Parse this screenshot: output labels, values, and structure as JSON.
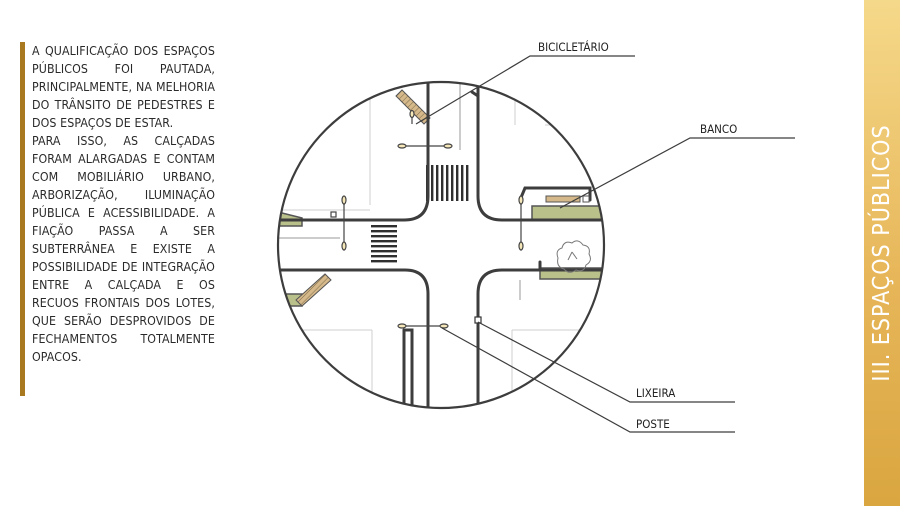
{
  "paragraphs": [
    "A QUALIFICAÇÃO DOS ESPAÇOS PÚBLICOS FOI PAUTADA, PRINCIPALMENTE, NA MELHORIA DO TRÂNSITO DE PEDESTRES E DOS ESPAÇOS DE ESTAR.",
    "PARA ISSO, AS CALÇADAS FORAM ALARGADAS E CONTAM COM MOBILIÁRIO URBANO, ARBORIZAÇÃO, ILUMINAÇÃO PÚBLICA E ACESSIBILIDADE. A FIAÇÃO PASSA A SER SUBTERRÂNEA E EXISTE A POSSIBILIDADE DE INTEGRAÇÃO ENTRE A CALÇADA E OS RECUOS FRONTAIS DOS LOTES, QUE SERÃO DESPROVIDOS DE FECHAMENTOS TOTALMENTE OPACOS."
  ],
  "labels": {
    "bicicletario": "BICICLETÁRIO",
    "banco": "BANCO",
    "lixeira": "LIXEIRA",
    "poste": "POSTE"
  },
  "section_title": "III. ESPAÇOS PÚBLICOS",
  "colors": {
    "accent_bar": "#a8791e",
    "banner": "#e7b659",
    "green": "#b9c08a",
    "bike": "#d6b98a",
    "line": "#3d3d3d"
  }
}
